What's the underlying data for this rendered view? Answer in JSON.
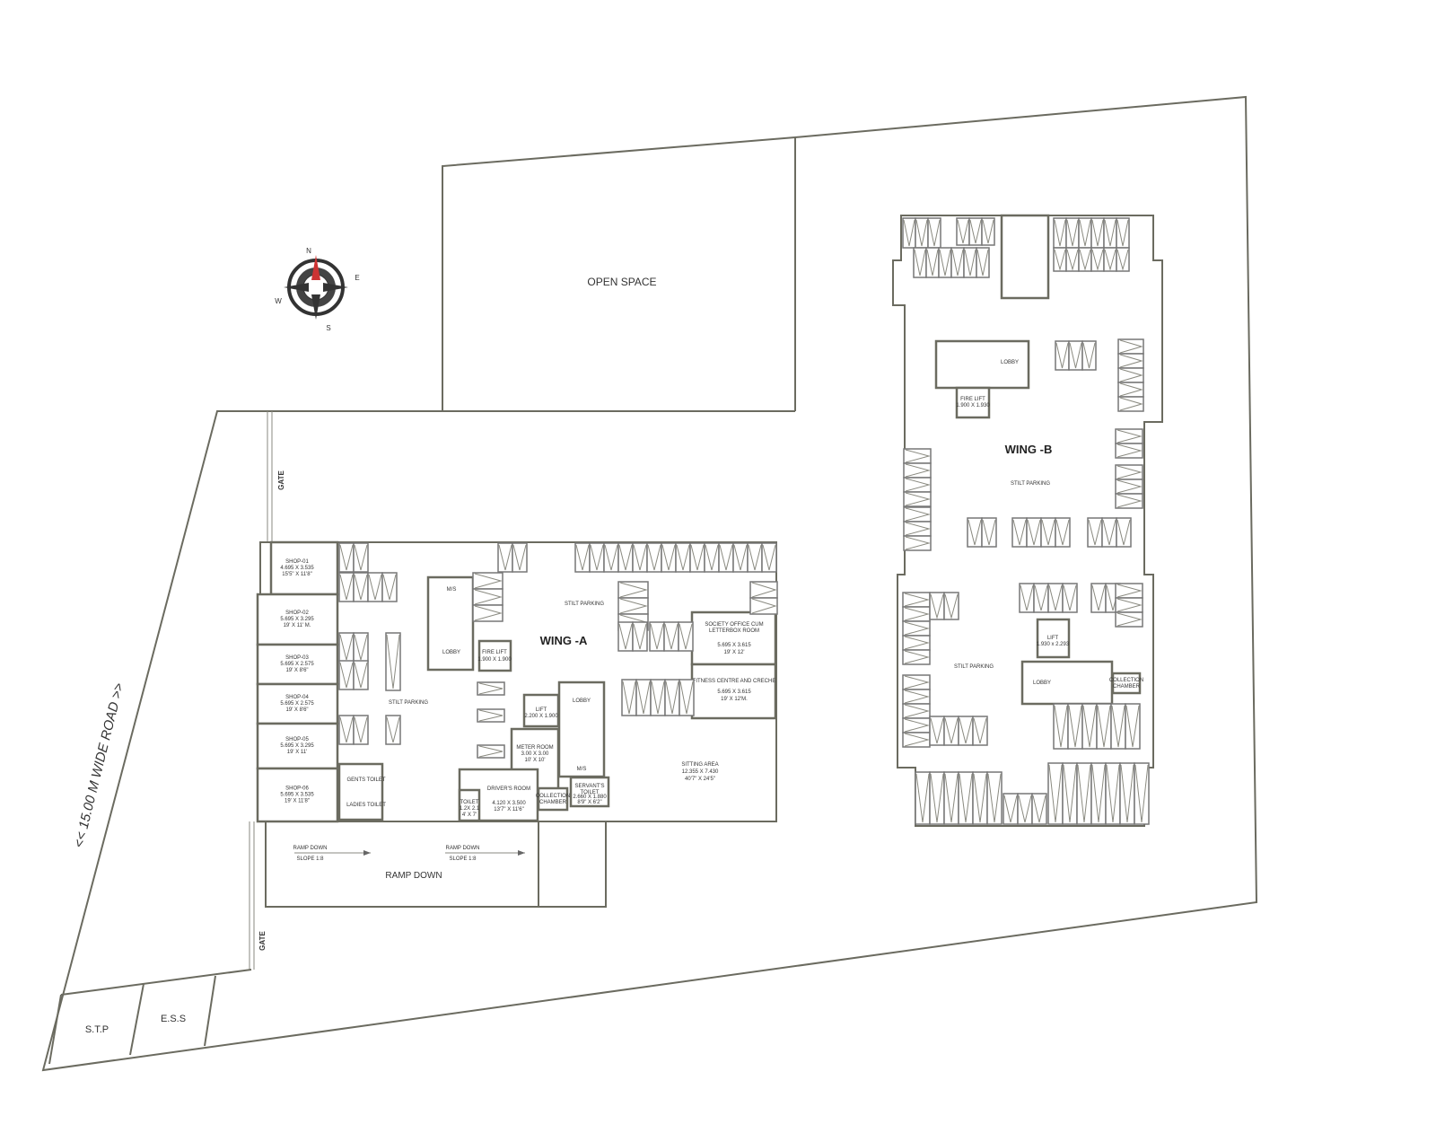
{
  "site": {
    "open_space": "OPEN SPACE",
    "road": "<< 15.00 M WIDE  ROAD >>",
    "gate": "GATE",
    "stp": "S.T.P",
    "ess": "E.S.S",
    "compass": {
      "n": "N",
      "s": "S",
      "e": "E",
      "w": "W"
    }
  },
  "wing_a": {
    "title": "WING -A",
    "stilt": "STILT PARKING",
    "shops": [
      {
        "name": "SHOP-01",
        "metric": "4.695 X 3.535",
        "imperial": "15'5\" X 11'8\""
      },
      {
        "name": "SHOP-02",
        "metric": "5.695 X 3.295",
        "imperial": "19' X 11' M."
      },
      {
        "name": "SHOP-03",
        "metric": "5.695 X 2.575",
        "imperial": "19' X 8'6\""
      },
      {
        "name": "SHOP-04",
        "metric": "5.695 X 2.575",
        "imperial": "19' X 8'6\""
      },
      {
        "name": "SHOP-05",
        "metric": "5.695 X 3.295",
        "imperial": "19' X 11'"
      },
      {
        "name": "SHOP-06",
        "metric": "5.695 X 3.535",
        "imperial": "19' X 11'8\""
      }
    ],
    "ms": "M/S",
    "lobby": "LOBBY",
    "fire_lift": {
      "name": "FIRE LIFT",
      "size": "1.900 X 1.900"
    },
    "lift": {
      "name": "LIFT",
      "size": "2.200 X 1.900"
    },
    "meter_room": {
      "name": "METER ROOM",
      "metric": "3.00 X 3.00",
      "imperial": "10' X 10'"
    },
    "drivers_room": {
      "name": "DRIVER'S ROOM",
      "metric": "4.120 X 3.500",
      "imperial": "13'7\" X 11'6\""
    },
    "toilet": {
      "name": "TOILET",
      "metric": "1.2X 2.1",
      "imperial": "4' X 7'"
    },
    "collection_chamber": "COLLECTION CHAMBER",
    "servants_toilet": {
      "name": "SERVANT'S TOILET",
      "metric": "2.660 X 1.880",
      "imperial": "8'9\" X 6'2\""
    },
    "society_office": {
      "name": "SOCIETY OFFICE CUM LETTERBOX ROOM",
      "metric": "5.695 X 3.615",
      "imperial": "19' X 12'"
    },
    "fitness": {
      "name": "FITNESS CENTRE AND CRECHE",
      "metric": "5.695 X 3.615",
      "imperial": "19' X 12'M."
    },
    "sitting": {
      "name": "SITTING AREA",
      "metric": "12.355 X 7.430",
      "imperial": "40'7\" X 24'5\""
    },
    "gents_toilet": "GENTS TOILET",
    "ladies_toilet": "LADIES TOILET",
    "ramp_down": "RAMP DOWN",
    "ramp_arrow": {
      "label": "RAMP DOWN",
      "slope": "SLOPE 1:8"
    }
  },
  "wing_b": {
    "title": "WING -B",
    "stilt": "STILT PARKING",
    "lobby": "LOBBY",
    "fire_lift": {
      "name": "FIRE LIFT",
      "size": "1.900 X 1.930"
    },
    "lift": {
      "name": "LIFT",
      "size": "1.930 x 2.293"
    },
    "collection_chamber": "COLLECTION CHAMBER"
  }
}
